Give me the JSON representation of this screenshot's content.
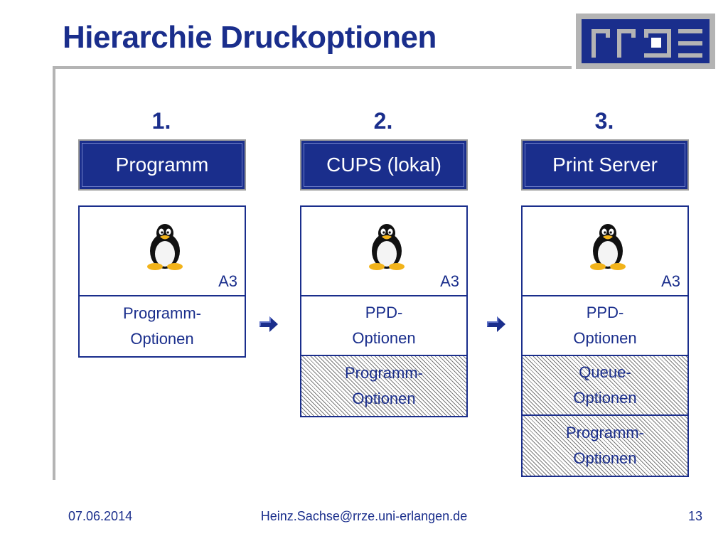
{
  "title": "Hierarchie Druckoptionen",
  "logo": {
    "text": "rrze",
    "colors": {
      "blue": "#1a2e8c",
      "grey": "#b4b4b4"
    }
  },
  "columns": [
    {
      "number": "1.",
      "header": "Programm",
      "os_icon": "tux-penguin-icon",
      "paper": "A3",
      "options": [
        {
          "lines": [
            "Programm-",
            "Optionen"
          ],
          "hatched": false
        }
      ]
    },
    {
      "number": "2.",
      "header": "CUPS (lokal)",
      "os_icon": "tux-penguin-icon",
      "paper": "A3",
      "options": [
        {
          "lines": [
            "PPD-",
            "Optionen"
          ],
          "hatched": false
        },
        {
          "lines": [
            "Programm-",
            "Optionen"
          ],
          "hatched": true
        }
      ]
    },
    {
      "number": "3.",
      "header": "Print Server",
      "os_icon": "tux-penguin-icon",
      "paper": "A3",
      "options": [
        {
          "lines": [
            "PPD-",
            "Optionen"
          ],
          "hatched": false
        },
        {
          "lines": [
            "Queue-",
            "Optionen"
          ],
          "hatched": true
        },
        {
          "lines": [
            "Programm-",
            "Optionen"
          ],
          "hatched": true
        }
      ]
    }
  ],
  "arrows": [
    "arrow-right-icon",
    "arrow-right-icon"
  ],
  "footer": {
    "date": "07.06.2014",
    "email": "Heinz.Sachse@rrze.uni-erlangen.de",
    "page": "13"
  },
  "colors": {
    "primary": "#1a2e8c",
    "rule": "#b4b4b4",
    "header_border": "#9a9a9a"
  }
}
